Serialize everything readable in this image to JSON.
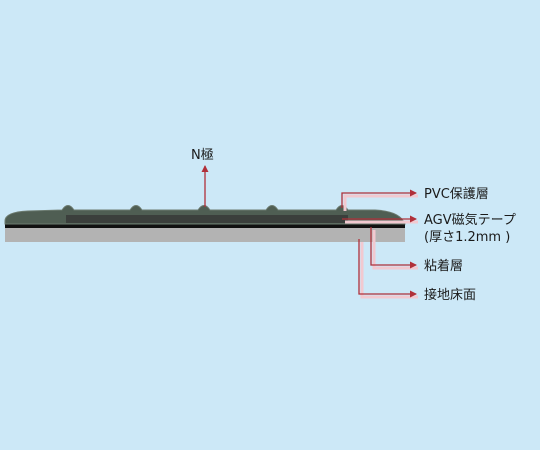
{
  "labels": {
    "n_pole": "N極",
    "pvc_layer": "PVC保護層",
    "agv_tape": "AGV磁気テープ",
    "thickness": "(厚さ1.2mm )",
    "adhesive": "粘着層",
    "floor": "接地床面"
  },
  "colors": {
    "background": "#cce8f7",
    "floor": "#b3b3b3",
    "pvc": "#4f5e53",
    "tape": "#3b3f3c",
    "adhesive": "#111111",
    "arrow": "#b0303a",
    "leader_shadow": "#f2c9d0"
  }
}
